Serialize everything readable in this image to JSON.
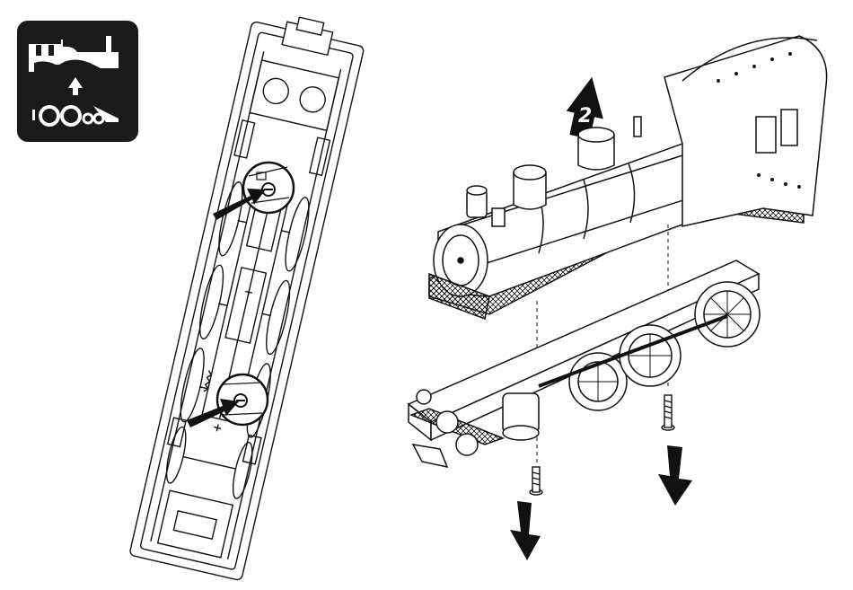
{
  "figure": {
    "icon": "locomotive-disassembly-icon",
    "step_number": "2",
    "colors": {
      "ink": "#111111",
      "paper": "#ffffff",
      "badge": "#1a1a1a"
    },
    "parts": [
      "underside-chassis",
      "boiler-shell",
      "frame-chassis",
      "mounting-screw-front",
      "mounting-screw-rear"
    ],
    "callouts": [
      "screw-callout-upper",
      "screw-callout-lower"
    ],
    "directions": [
      "lift-shell-up",
      "remove-screw-down",
      "remove-screw-down"
    ]
  }
}
